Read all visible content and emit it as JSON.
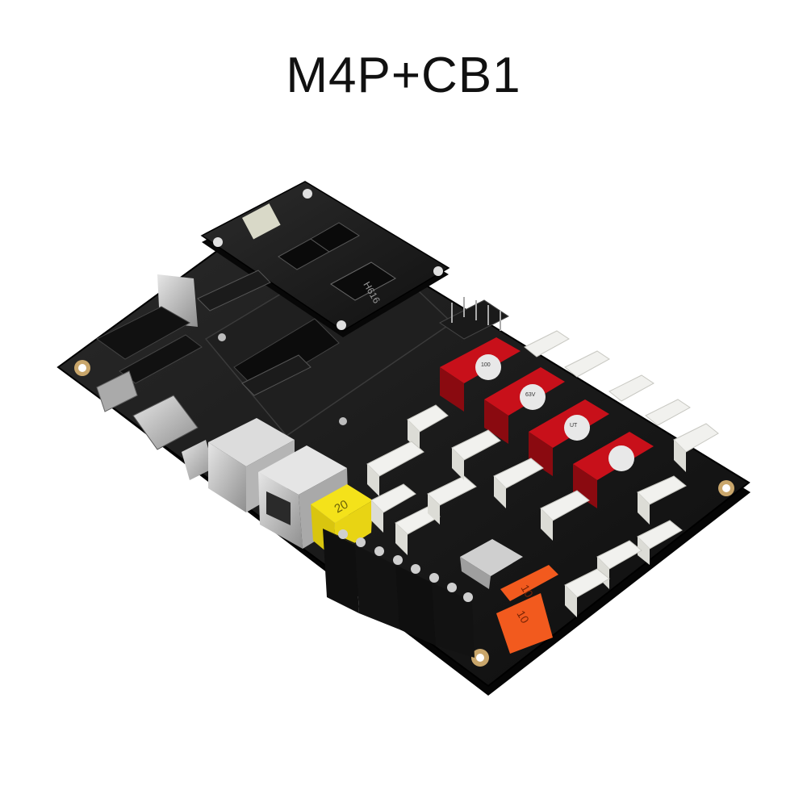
{
  "title": "M4P+CB1",
  "labels": {
    "chip": "H616",
    "fuse_main": "20",
    "fuse_a": "10",
    "fuse_b": "10",
    "cap_lines": [
      "100",
      "63V",
      "UT"
    ]
  },
  "colors": {
    "background": "#ffffff",
    "pcb": "#141414",
    "driver_red": "#c8101a",
    "connector": "#f1f1ee",
    "fuse_yellow": "#f4e21a",
    "fuse_orange": "#f25a1e"
  }
}
